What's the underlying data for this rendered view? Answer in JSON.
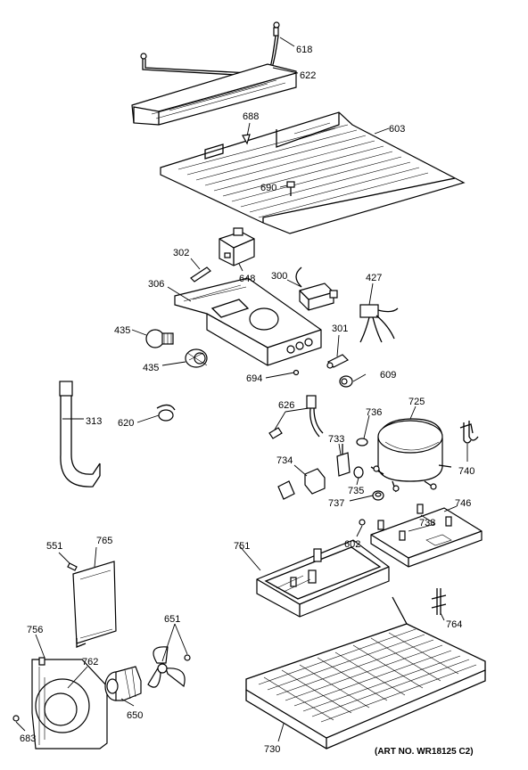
{
  "diagram": {
    "art_number": "(ART NO. WR18125 C2)",
    "parts": [
      {
        "id": "p618",
        "number": "618"
      },
      {
        "id": "p622",
        "number": "622"
      },
      {
        "id": "p688",
        "number": "688"
      },
      {
        "id": "p603",
        "number": "603"
      },
      {
        "id": "p690",
        "number": "690"
      },
      {
        "id": "p302",
        "number": "302"
      },
      {
        "id": "p648",
        "number": "648"
      },
      {
        "id": "p300",
        "number": "300"
      },
      {
        "id": "p427",
        "number": "427"
      },
      {
        "id": "p306",
        "number": "306"
      },
      {
        "id": "p435a",
        "number": "435"
      },
      {
        "id": "p435b",
        "number": "435"
      },
      {
        "id": "p301",
        "number": "301"
      },
      {
        "id": "p694",
        "number": "694"
      },
      {
        "id": "p609",
        "number": "609"
      },
      {
        "id": "p313",
        "number": "313"
      },
      {
        "id": "p620",
        "number": "620"
      },
      {
        "id": "p626",
        "number": "626"
      },
      {
        "id": "p736",
        "number": "736"
      },
      {
        "id": "p725",
        "number": "725"
      },
      {
        "id": "p733",
        "number": "733"
      },
      {
        "id": "p740",
        "number": "740"
      },
      {
        "id": "p734",
        "number": "734"
      },
      {
        "id": "p735",
        "number": "735"
      },
      {
        "id": "p737",
        "number": "737"
      },
      {
        "id": "p746",
        "number": "746"
      },
      {
        "id": "p738",
        "number": "738"
      },
      {
        "id": "p751",
        "number": "751"
      },
      {
        "id": "p602",
        "number": "602"
      },
      {
        "id": "p551",
        "number": "551"
      },
      {
        "id": "p765",
        "number": "765"
      },
      {
        "id": "p651",
        "number": "651"
      },
      {
        "id": "p764",
        "number": "764"
      },
      {
        "id": "p756",
        "number": "756"
      },
      {
        "id": "p762",
        "number": "762"
      },
      {
        "id": "p650",
        "number": "650"
      },
      {
        "id": "p683",
        "number": "683"
      },
      {
        "id": "p730",
        "number": "730"
      }
    ]
  }
}
